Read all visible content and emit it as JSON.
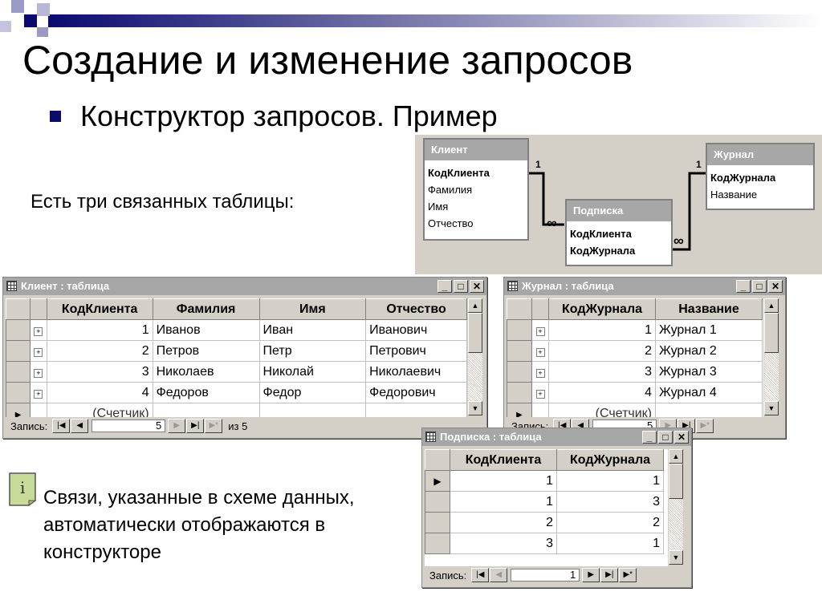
{
  "slide": {
    "title": "Создание и изменение запросов",
    "subtitle": "Конструктор запросов. Пример",
    "body_text": "Есть три связанных таблицы:",
    "note_text": "Связи, указанные в схеме данных, автоматически отображаются в конструкторе",
    "accent_color": "#0b0b6e"
  },
  "schema": {
    "tables": [
      {
        "name": "Клиент",
        "fields": [
          "КодКлиента",
          "Фамилия",
          "Имя",
          "Отчество"
        ],
        "key": [
          "КодКлиента"
        ]
      },
      {
        "name": "Подписка",
        "fields": [
          "КодКлиента",
          "КодЖурнала"
        ],
        "key": [
          "КодКлиента",
          "КодЖурнала"
        ]
      },
      {
        "name": "Журнал",
        "fields": [
          "КодЖурнала",
          "Название"
        ],
        "key": [
          "КодЖурнала"
        ]
      }
    ],
    "relations": [
      {
        "one_label": "1",
        "many_label": "∞"
      },
      {
        "one_label": "1",
        "many_label": "∞"
      }
    ]
  },
  "windows": {
    "client": {
      "title": "Клиент : таблица",
      "columns": [
        "КодКлиента",
        "Фамилия",
        "Имя",
        "Отчество"
      ],
      "rows": [
        [
          "1",
          "Иванов",
          "Иван",
          "Иванович"
        ],
        [
          "2",
          "Петров",
          "Петр",
          "Петрович"
        ],
        [
          "3",
          "Николаев",
          "Николай",
          "Николаевич"
        ],
        [
          "4",
          "Федоров",
          "Федор",
          "Федорович"
        ]
      ],
      "new_row": "(Счетчик)",
      "nav_label": "Запись:",
      "nav_value": "5",
      "nav_total": "из 5"
    },
    "journal": {
      "title": "Журнал : таблица",
      "columns": [
        "КодЖурнала",
        "Название"
      ],
      "rows": [
        [
          "1",
          "Журнал 1"
        ],
        [
          "2",
          "Журнал 2"
        ],
        [
          "3",
          "Журнал 3"
        ],
        [
          "4",
          "Журнал 4"
        ]
      ],
      "new_row": "(Счетчик)",
      "nav_label": "Запись:",
      "nav_value": "5"
    },
    "subscription": {
      "title": "Подписка : таблица",
      "columns": [
        "КодКлиента",
        "КодЖурнала"
      ],
      "rows": [
        [
          "1",
          "1"
        ],
        [
          "1",
          "3"
        ],
        [
          "2",
          "2"
        ],
        [
          "3",
          "1"
        ]
      ],
      "nav_label": "Запись:",
      "nav_value": "1"
    }
  },
  "icons": {
    "minimize": "minimize-icon",
    "maximize": "maximize-icon",
    "close": "close-icon",
    "table": "table-icon",
    "info": "info-note-icon"
  }
}
